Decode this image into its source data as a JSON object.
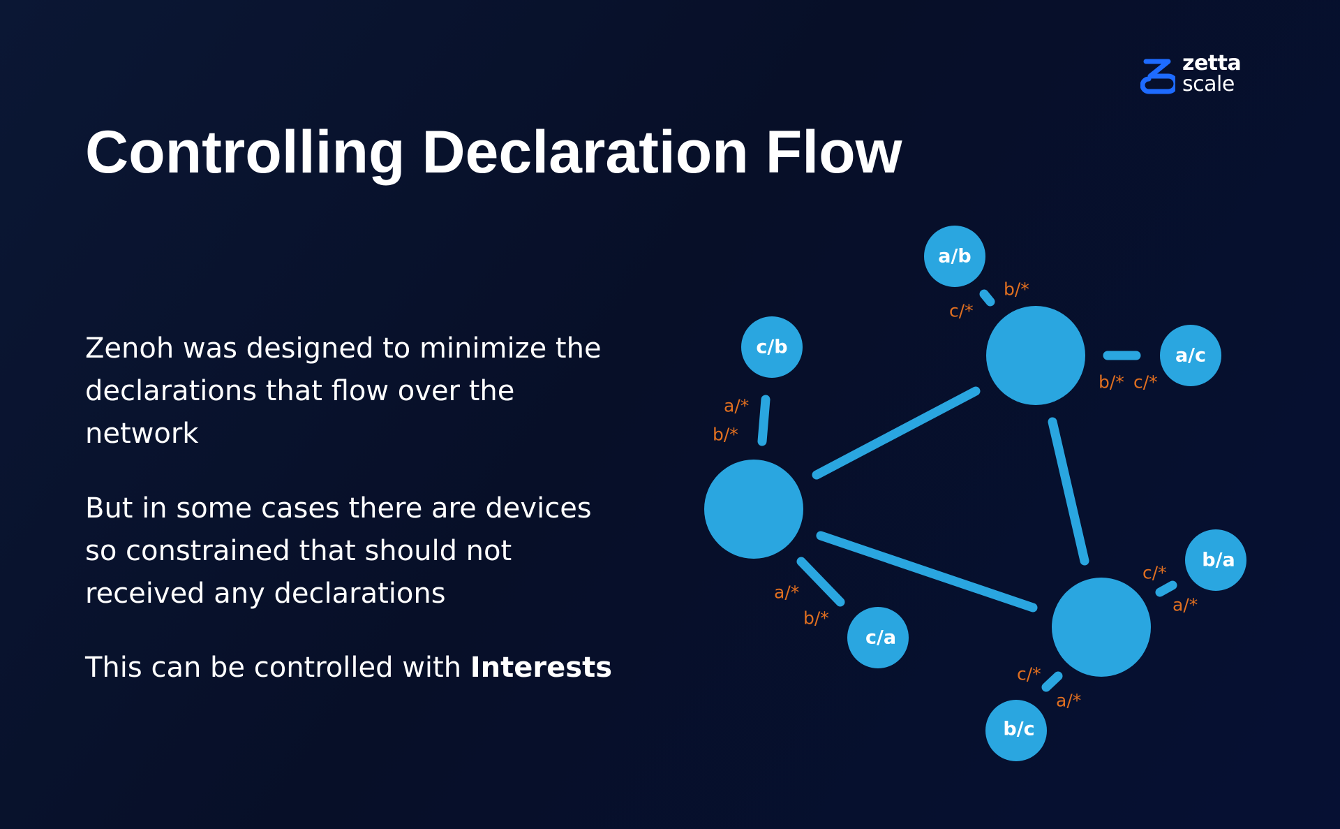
{
  "brand": {
    "logo_line1": "zetta",
    "logo_line2": "scale",
    "accent_color": "#1e6bff"
  },
  "slide": {
    "title": "Controlling Declaration Flow",
    "paragraph1": "Zenoh was designed to minimize the declarations that flow over the network",
    "paragraph2": "But in some cases there are devices so constrained that should not received any declarations",
    "paragraph3_prefix": "This can be controlled with ",
    "paragraph3_bold": "Interests"
  },
  "diagram": {
    "node_color": "#2aa6e0",
    "interest_color": "#e06f20",
    "clients": {
      "ab": "a/b",
      "cb": "c/b",
      "ac": "a/c",
      "ca": "c/a",
      "ba": "b/a",
      "bc": "b/c"
    },
    "interests": {
      "ab_1": "b/*",
      "ab_2": "c/*",
      "cb_1": "a/*",
      "cb_2": "b/*",
      "ac_1": "b/*",
      "ac_2": "c/*",
      "ca_1": "a/*",
      "ca_2": "b/*",
      "ba_1": "c/*",
      "ba_2": "a/*",
      "bc_1": "c/*",
      "bc_2": "a/*"
    }
  }
}
